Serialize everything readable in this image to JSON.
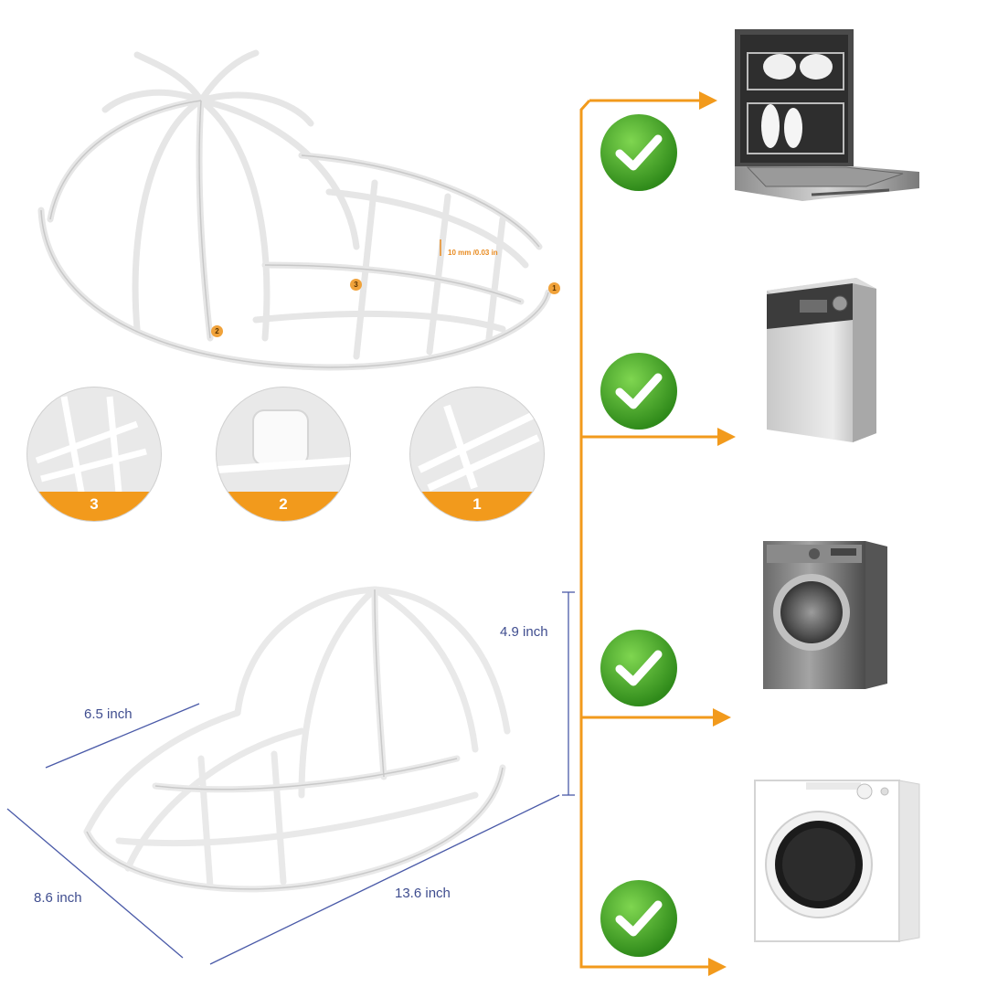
{
  "product_top": {
    "brim_measure": "10 mm /0.03 in",
    "markers": [
      "1",
      "2",
      "3"
    ]
  },
  "details": [
    {
      "label": "3"
    },
    {
      "label": "2"
    },
    {
      "label": "1"
    }
  ],
  "dimensions": {
    "height": "4.9 inch",
    "depth": "6.5 inch",
    "width_side": "8.6 inch",
    "length": "13.6 inch"
  },
  "compatibility": [
    {
      "icon": "dishwasher-icon",
      "checked": true
    },
    {
      "icon": "top-load-washer-icon",
      "checked": true
    },
    {
      "icon": "front-load-washer-icon",
      "checked": true
    },
    {
      "icon": "dryer-icon",
      "checked": true
    }
  ],
  "colors": {
    "accent_orange": "#f29a1c",
    "check_green": "#4caf2a",
    "dimension_blue": "#3f4d8f"
  }
}
